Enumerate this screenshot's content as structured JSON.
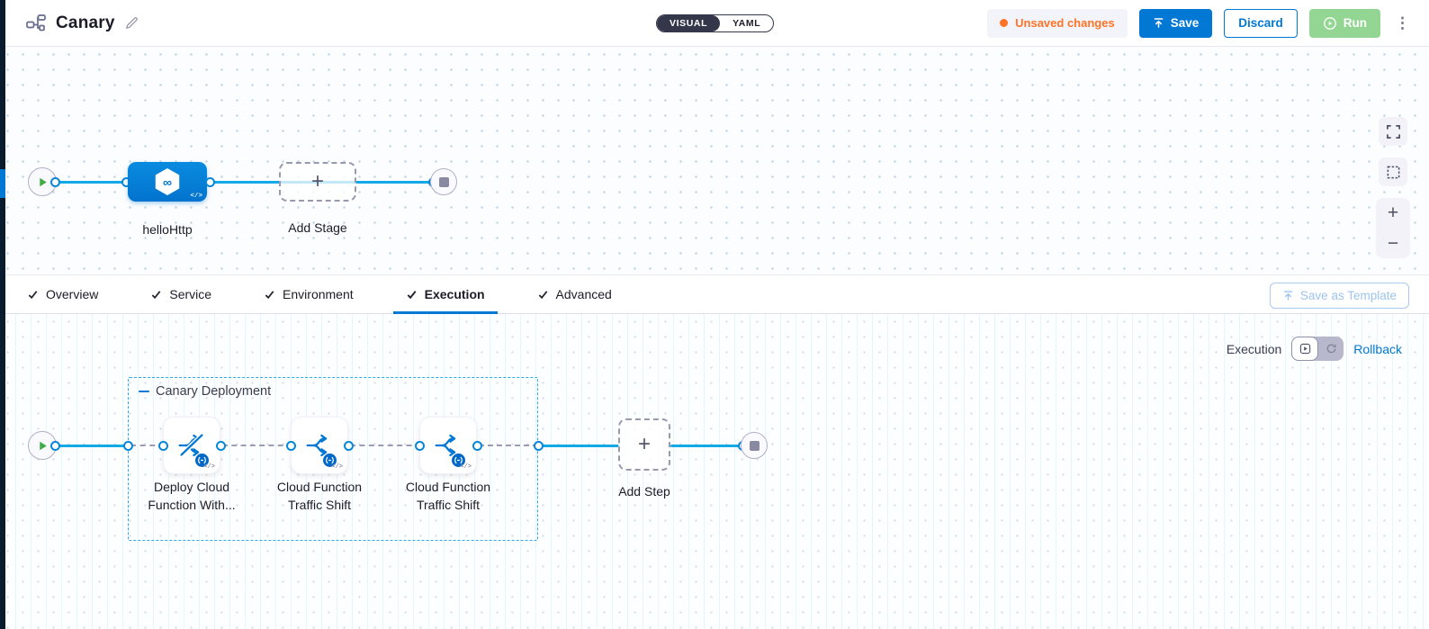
{
  "colors": {
    "accent_blue": "#0278D5",
    "flow_line_cyan": "#12A9E6",
    "unsaved_orange": "#FF7326",
    "run_green": "#93D693",
    "rail_dark": "#0A1B2E"
  },
  "icons": {
    "plus": "+",
    "zoom_in": "+",
    "zoom_out": "−",
    "more_menu": "⋮",
    "infinity": "∞",
    "code": "</>"
  },
  "header": {
    "title": "Canary",
    "mode_toggle": {
      "visual_label": "VISUAL",
      "yaml_label": "YAML",
      "selected": "VISUAL"
    },
    "unsaved_changes_label": "Unsaved changes",
    "save_label": "Save",
    "discard_label": "Discard",
    "run_label": "Run"
  },
  "stage_canvas": {
    "stage_name": "helloHttp",
    "add_stage_label": "Add Stage"
  },
  "tab_bar": {
    "tabs": [
      {
        "label": "Overview"
      },
      {
        "label": "Service"
      },
      {
        "label": "Environment"
      },
      {
        "label": "Execution",
        "active": true
      },
      {
        "label": "Advanced"
      }
    ],
    "save_as_template_label": "Save as Template"
  },
  "execution_panel": {
    "execution_label": "Execution",
    "rollback_label": "Rollback"
  },
  "step_canvas": {
    "group_label": "Canary Deployment",
    "steps": [
      {
        "label": "Deploy Cloud Function With..."
      },
      {
        "label": "Cloud Function Traffic Shift"
      },
      {
        "label": "Cloud Function Traffic Shift"
      }
    ],
    "add_step_label": "Add Step"
  }
}
